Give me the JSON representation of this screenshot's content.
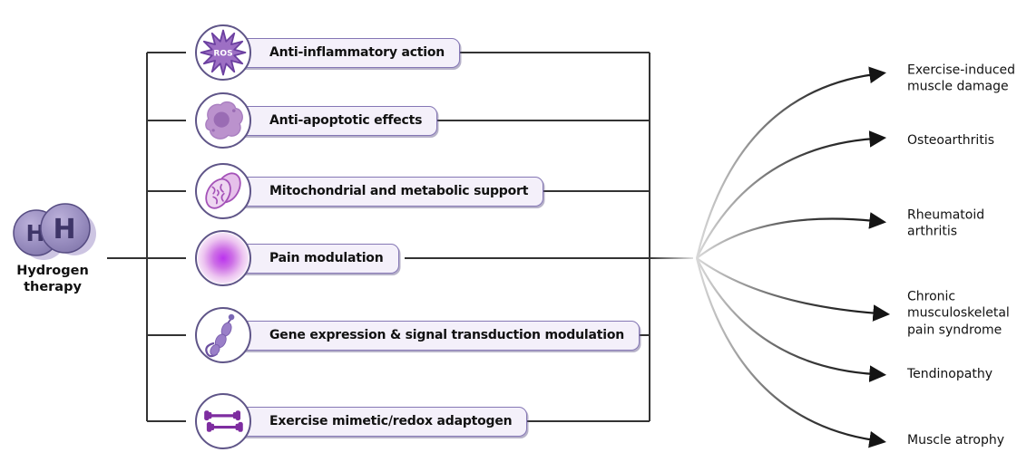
{
  "root": {
    "label_line1": "Hydrogen",
    "label_line2": "therapy"
  },
  "mechanisms": [
    {
      "label": "Anti-inflammatory action",
      "icon": "ros-starburst-icon",
      "icon_text": "ROS"
    },
    {
      "label": "Anti-apoptotic effects",
      "icon": "cell-icon"
    },
    {
      "label": "Mitochondrial and metabolic support",
      "icon": "mitochondria-icon"
    },
    {
      "label": "Pain modulation",
      "icon": "pain-glow-icon"
    },
    {
      "label": "Gene expression & signal transduction modulation",
      "icon": "signal-molecule-icon"
    },
    {
      "label": "Exercise mimetic/redox adaptogen",
      "icon": "barbell-icon"
    }
  ],
  "conditions": [
    {
      "label": "Exercise-induced muscle damage"
    },
    {
      "label": "Osteoarthritis"
    },
    {
      "label": "Rheumatoid arthritis"
    },
    {
      "label": "Chronic musculoskeletal pain syndrome"
    },
    {
      "label": "Tendinopathy"
    },
    {
      "label": "Muscle atrophy"
    }
  ],
  "colors": {
    "line": "#333333",
    "arrow_dark": "#141414",
    "box_fill": "#f4f0fa",
    "box_border": "#8577b5",
    "circle_border": "#5f5588",
    "accent_purple": "#9d6fc4",
    "deep_purple": "#7e2da0",
    "pain_magenta": "#bb33ee"
  }
}
